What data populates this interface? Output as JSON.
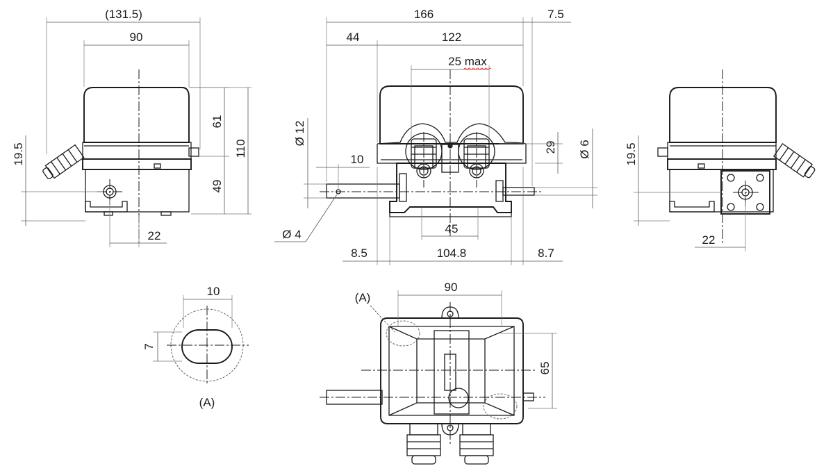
{
  "drawing": {
    "front_view": {
      "overall_width": "(131.5)",
      "body_width": "90",
      "cover_height": "61",
      "total_height": "110",
      "base_height": "49",
      "left_height": "19.5",
      "shaft_offset": "22"
    },
    "side_view": {
      "overall_length": "166",
      "right_offset": "7.5",
      "left_offset": "44",
      "housing_length": "122",
      "gland_spacing": "25 max",
      "shaft_diameter": "Ø 12",
      "shaft_end": "10",
      "gland_height": "29",
      "right_shaft_diameter": "Ø 6",
      "hole_diameter": "Ø 4",
      "foot_spacing": "45",
      "base_left": "8.5",
      "base_length": "104.8",
      "base_right": "8.7"
    },
    "rear_view": {
      "left_height": "19.5",
      "shaft_offset": "22"
    },
    "detail_a": {
      "slot_width": "10",
      "slot_height": "7",
      "label": "(A)"
    },
    "top_view": {
      "callout": "(A)",
      "width": "90",
      "depth": "65"
    }
  }
}
